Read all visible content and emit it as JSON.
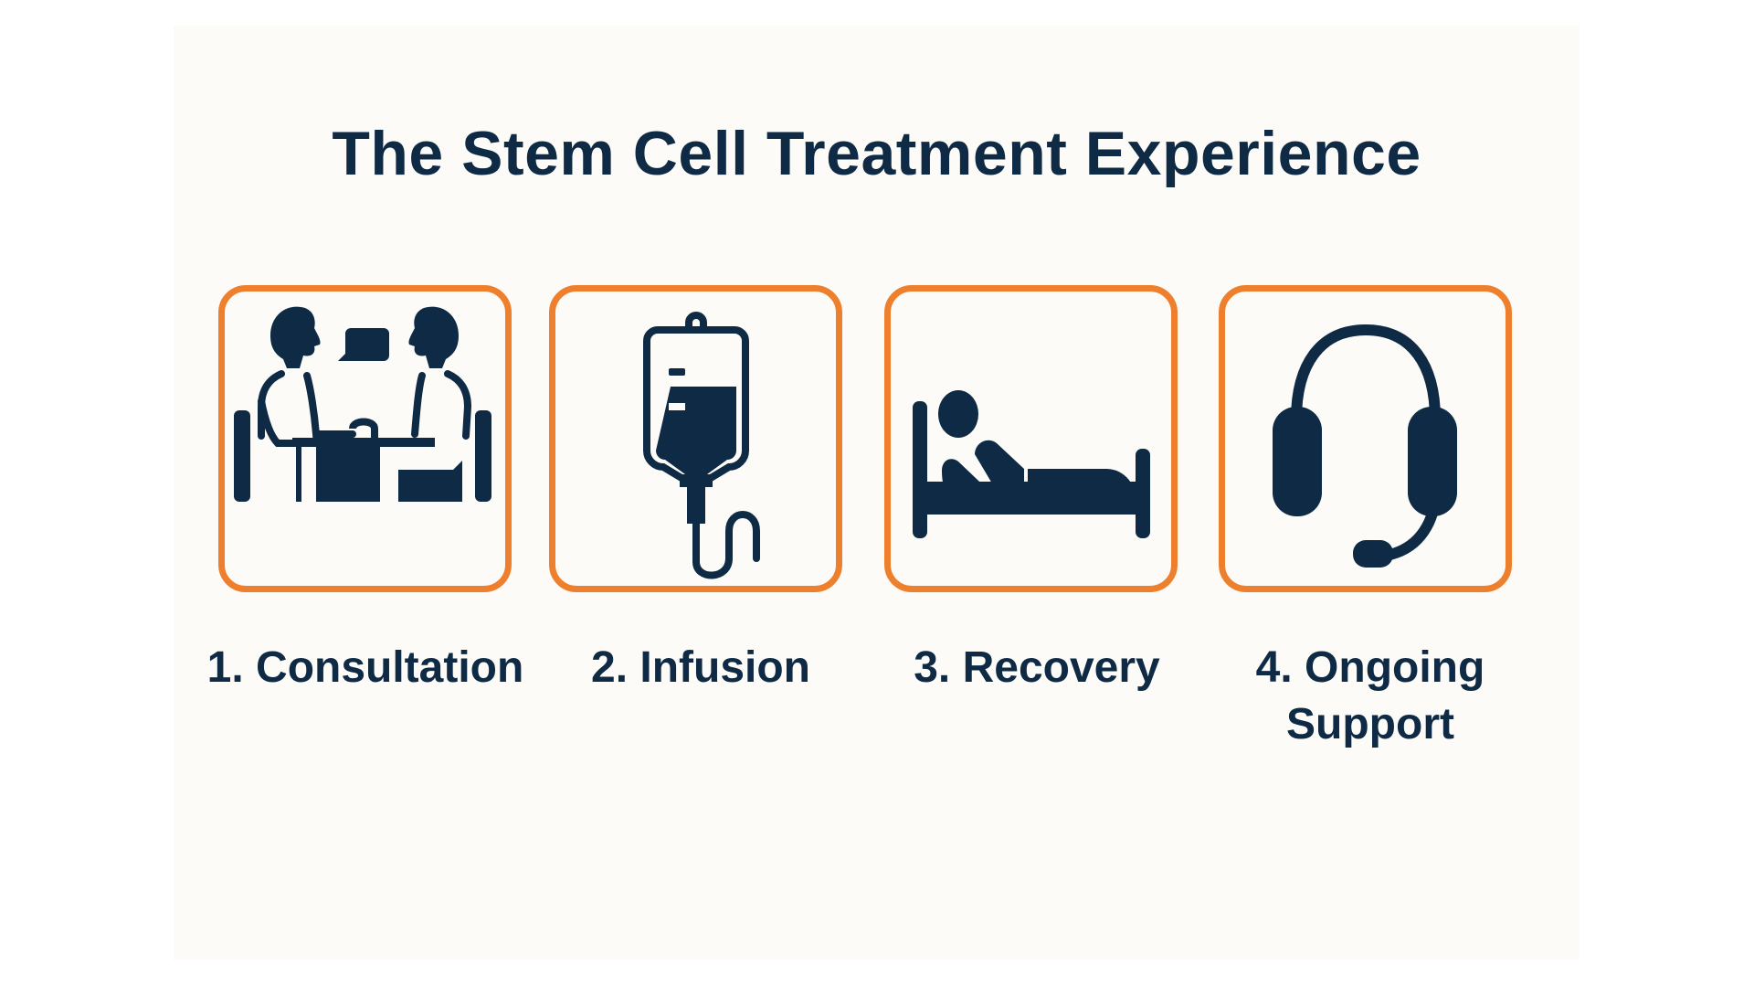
{
  "title": "The Stem Cell Treatment Experience",
  "colors": {
    "accent_orange": "#ee7f2d",
    "navy": "#0f2a44",
    "panel_bg": "#fdfbf8",
    "page_bg": "#ffffff"
  },
  "steps": [
    {
      "number": "1.",
      "label_lines": [
        "1. Consultation"
      ],
      "icon": "consultation-icon"
    },
    {
      "number": "2.",
      "label_lines": [
        "2. Infusion"
      ],
      "icon": "iv-bag-icon"
    },
    {
      "number": "3.",
      "label_lines": [
        "3. Recovery"
      ],
      "icon": "patient-bed-icon"
    },
    {
      "number": "4.",
      "label_lines": [
        "4. Ongoing",
        "Support"
      ],
      "icon": "headset-icon"
    }
  ]
}
